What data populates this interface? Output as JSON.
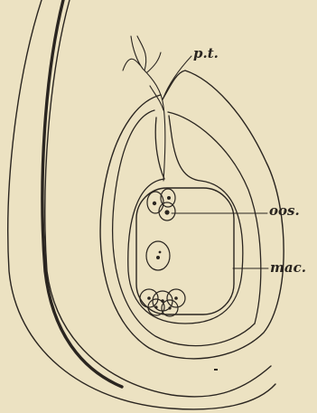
{
  "diagram": {
    "labels": {
      "pollen_tube": "p.t.",
      "oosphere": "oos.",
      "macrospore": "mac."
    },
    "colors": {
      "paper": "#ece2c2",
      "ink": "#2a2520"
    }
  }
}
